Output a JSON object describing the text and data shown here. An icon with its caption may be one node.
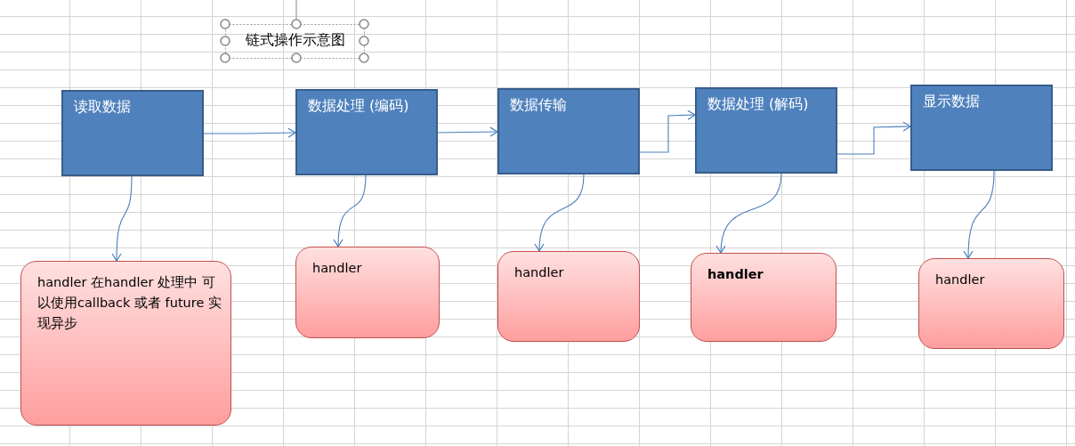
{
  "diagram": {
    "title": "链式操作示意图",
    "nodes": [
      {
        "text": [
          "读取数据"
        ]
      },
      {
        "text": [
          "数据处理 (编码)"
        ]
      },
      {
        "text": [
          "数据传输"
        ]
      },
      {
        "text": [
          "数据处理 (解码)"
        ]
      },
      {
        "text": [
          "显示数据"
        ]
      },
      {
        "text": [
          "handler 在handler 处理中 可以使用callback 或者 future 实现异步"
        ]
      },
      {
        "text": [
          "handler"
        ]
      },
      {
        "text": [
          "handler"
        ]
      },
      {
        "text": [
          "handler"
        ]
      },
      {
        "text": [
          "handler"
        ]
      }
    ],
    "edges": [
      {
        "from": 0,
        "to": 1,
        "arrow": "to"
      },
      {
        "from": 1,
        "to": 2,
        "arrow": "to"
      },
      {
        "from": 2,
        "to": 3,
        "arrow": "to"
      },
      {
        "from": 3,
        "to": 4,
        "arrow": "to"
      },
      {
        "from": 0,
        "to": 5,
        "arrow": "to"
      },
      {
        "from": 1,
        "to": 6,
        "arrow": "to"
      },
      {
        "from": 2,
        "to": 7,
        "arrow": "to"
      },
      {
        "from": 3,
        "to": 8,
        "arrow": "to"
      },
      {
        "from": 4,
        "to": 9,
        "arrow": "to"
      }
    ]
  }
}
